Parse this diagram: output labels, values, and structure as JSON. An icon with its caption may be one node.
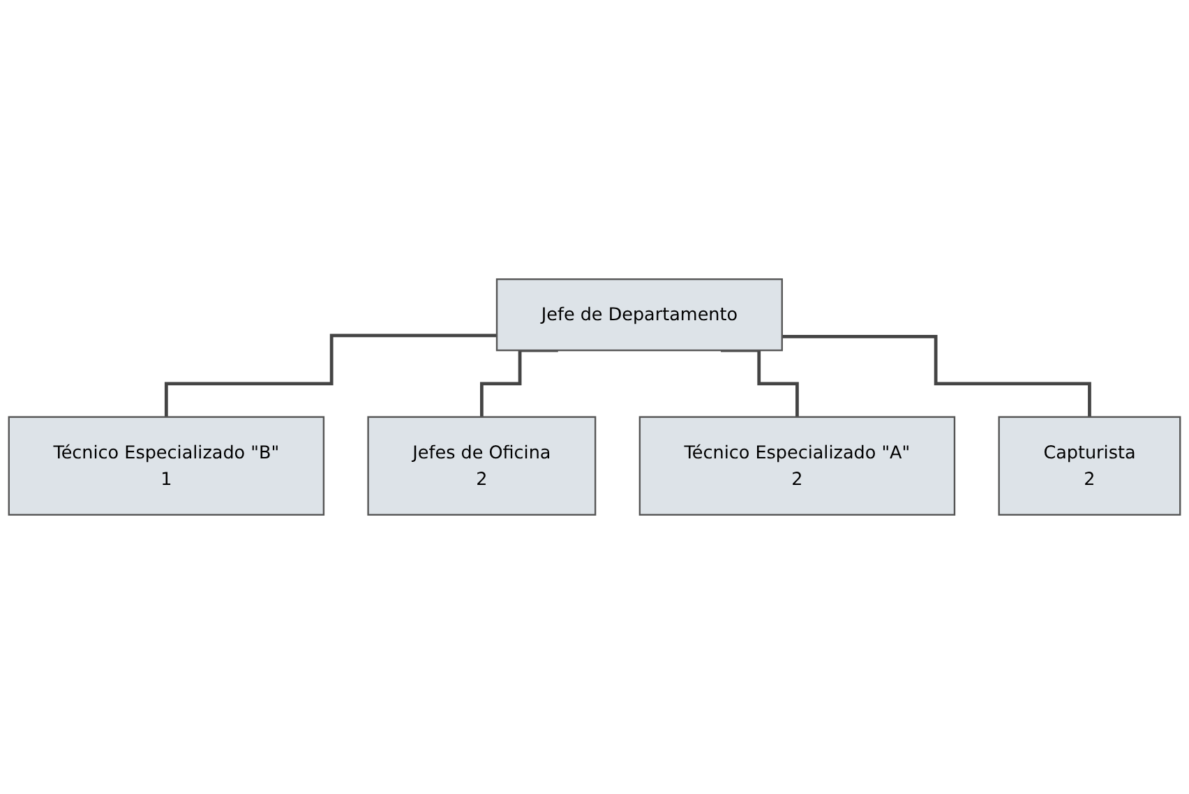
{
  "diagram": {
    "nodes": [
      {
        "text": [
          "Jefe de Departamento"
        ]
      },
      {
        "text": [
          "Técnico Especializado \"B\"",
          "1"
        ]
      },
      {
        "text": [
          "Jefes de Oficina",
          "2"
        ]
      },
      {
        "text": [
          "Técnico Especializado \"A\"",
          "2"
        ]
      },
      {
        "text": [
          "Capturista",
          "2"
        ]
      }
    ],
    "edges": [
      {
        "from": 0,
        "to": 1,
        "arrow": "none"
      },
      {
        "from": 0,
        "to": 2,
        "arrow": "none"
      },
      {
        "from": 0,
        "to": 3,
        "arrow": "none"
      },
      {
        "from": 0,
        "to": 4,
        "arrow": "none"
      }
    ]
  }
}
